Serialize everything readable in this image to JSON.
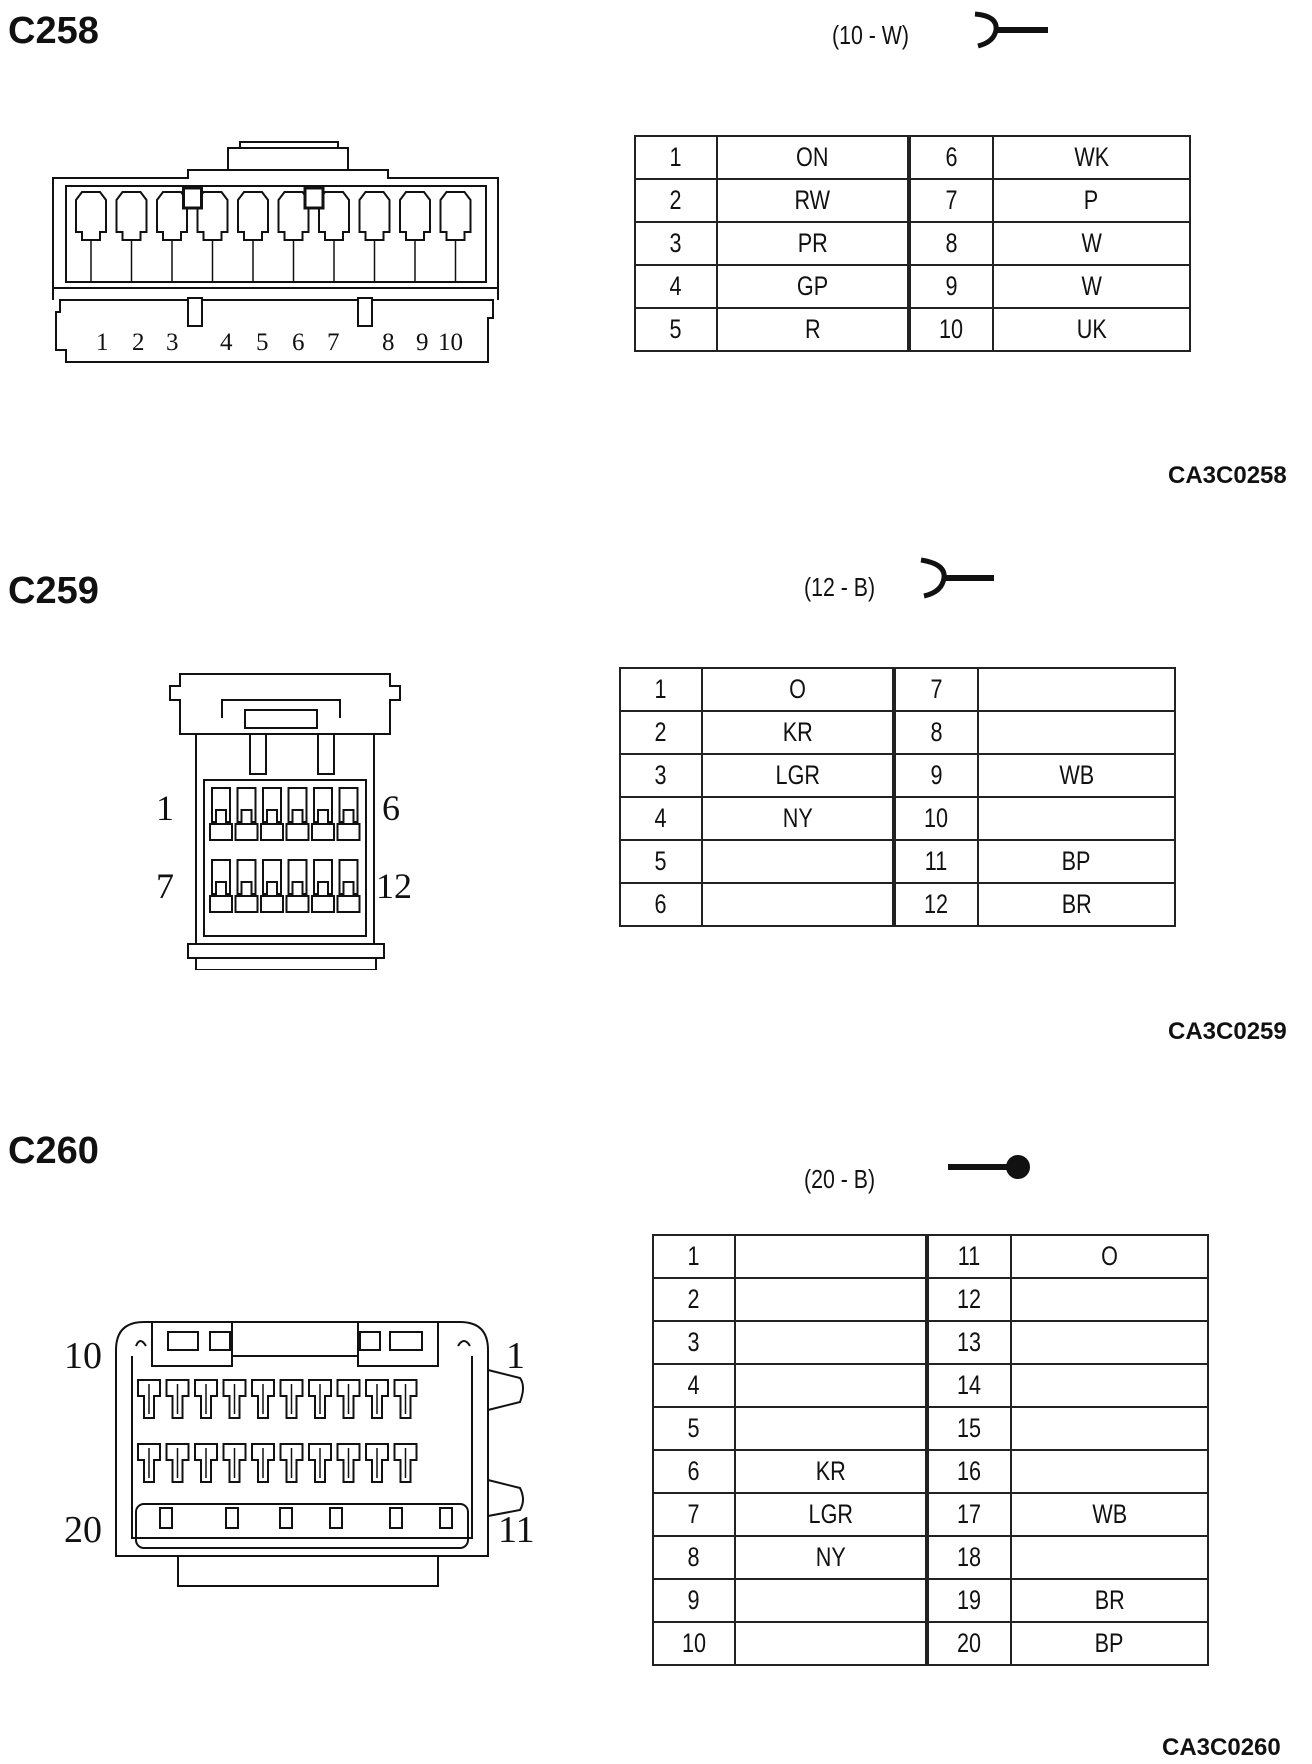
{
  "connectors": [
    {
      "id": "C258",
      "spec": "(10 - W)",
      "terminal_type": "female",
      "face_numbers": [
        "1",
        "2",
        "3",
        "4",
        "5",
        "6",
        "7",
        "8",
        "9",
        "10"
      ],
      "pins": [
        {
          "pin": "1",
          "wire": "ON"
        },
        {
          "pin": "2",
          "wire": "RW"
        },
        {
          "pin": "3",
          "wire": "PR"
        },
        {
          "pin": "4",
          "wire": "GP"
        },
        {
          "pin": "5",
          "wire": "R"
        },
        {
          "pin": "6",
          "wire": "WK"
        },
        {
          "pin": "7",
          "wire": "P"
        },
        {
          "pin": "8",
          "wire": "W"
        },
        {
          "pin": "9",
          "wire": "W"
        },
        {
          "pin": "10",
          "wire": "UK"
        }
      ],
      "code": "CA3C0258"
    },
    {
      "id": "C259",
      "spec": "(12 - B)",
      "terminal_type": "female",
      "face_numbers": [
        "1",
        "6",
        "7",
        "12"
      ],
      "pins": [
        {
          "pin": "1",
          "wire": "O"
        },
        {
          "pin": "2",
          "wire": "KR"
        },
        {
          "pin": "3",
          "wire": "LGR"
        },
        {
          "pin": "4",
          "wire": "NY"
        },
        {
          "pin": "5",
          "wire": ""
        },
        {
          "pin": "6",
          "wire": ""
        },
        {
          "pin": "7",
          "wire": ""
        },
        {
          "pin": "8",
          "wire": ""
        },
        {
          "pin": "9",
          "wire": "WB"
        },
        {
          "pin": "10",
          "wire": ""
        },
        {
          "pin": "11",
          "wire": "BP"
        },
        {
          "pin": "12",
          "wire": "BR"
        }
      ],
      "code": "CA3C0259"
    },
    {
      "id": "C260",
      "spec": "(20 - B)",
      "terminal_type": "male",
      "face_numbers": [
        "10",
        "1",
        "20",
        "11"
      ],
      "pins": [
        {
          "pin": "1",
          "wire": ""
        },
        {
          "pin": "2",
          "wire": ""
        },
        {
          "pin": "3",
          "wire": ""
        },
        {
          "pin": "4",
          "wire": ""
        },
        {
          "pin": "5",
          "wire": ""
        },
        {
          "pin": "6",
          "wire": "KR"
        },
        {
          "pin": "7",
          "wire": "LGR"
        },
        {
          "pin": "8",
          "wire": "NY"
        },
        {
          "pin": "9",
          "wire": ""
        },
        {
          "pin": "10",
          "wire": ""
        },
        {
          "pin": "11",
          "wire": "O"
        },
        {
          "pin": "12",
          "wire": ""
        },
        {
          "pin": "13",
          "wire": ""
        },
        {
          "pin": "14",
          "wire": ""
        },
        {
          "pin": "15",
          "wire": ""
        },
        {
          "pin": "16",
          "wire": ""
        },
        {
          "pin": "17",
          "wire": "WB"
        },
        {
          "pin": "18",
          "wire": ""
        },
        {
          "pin": "19",
          "wire": "BR"
        },
        {
          "pin": "20",
          "wire": "BP"
        }
      ],
      "code": "CA3C0260"
    }
  ]
}
